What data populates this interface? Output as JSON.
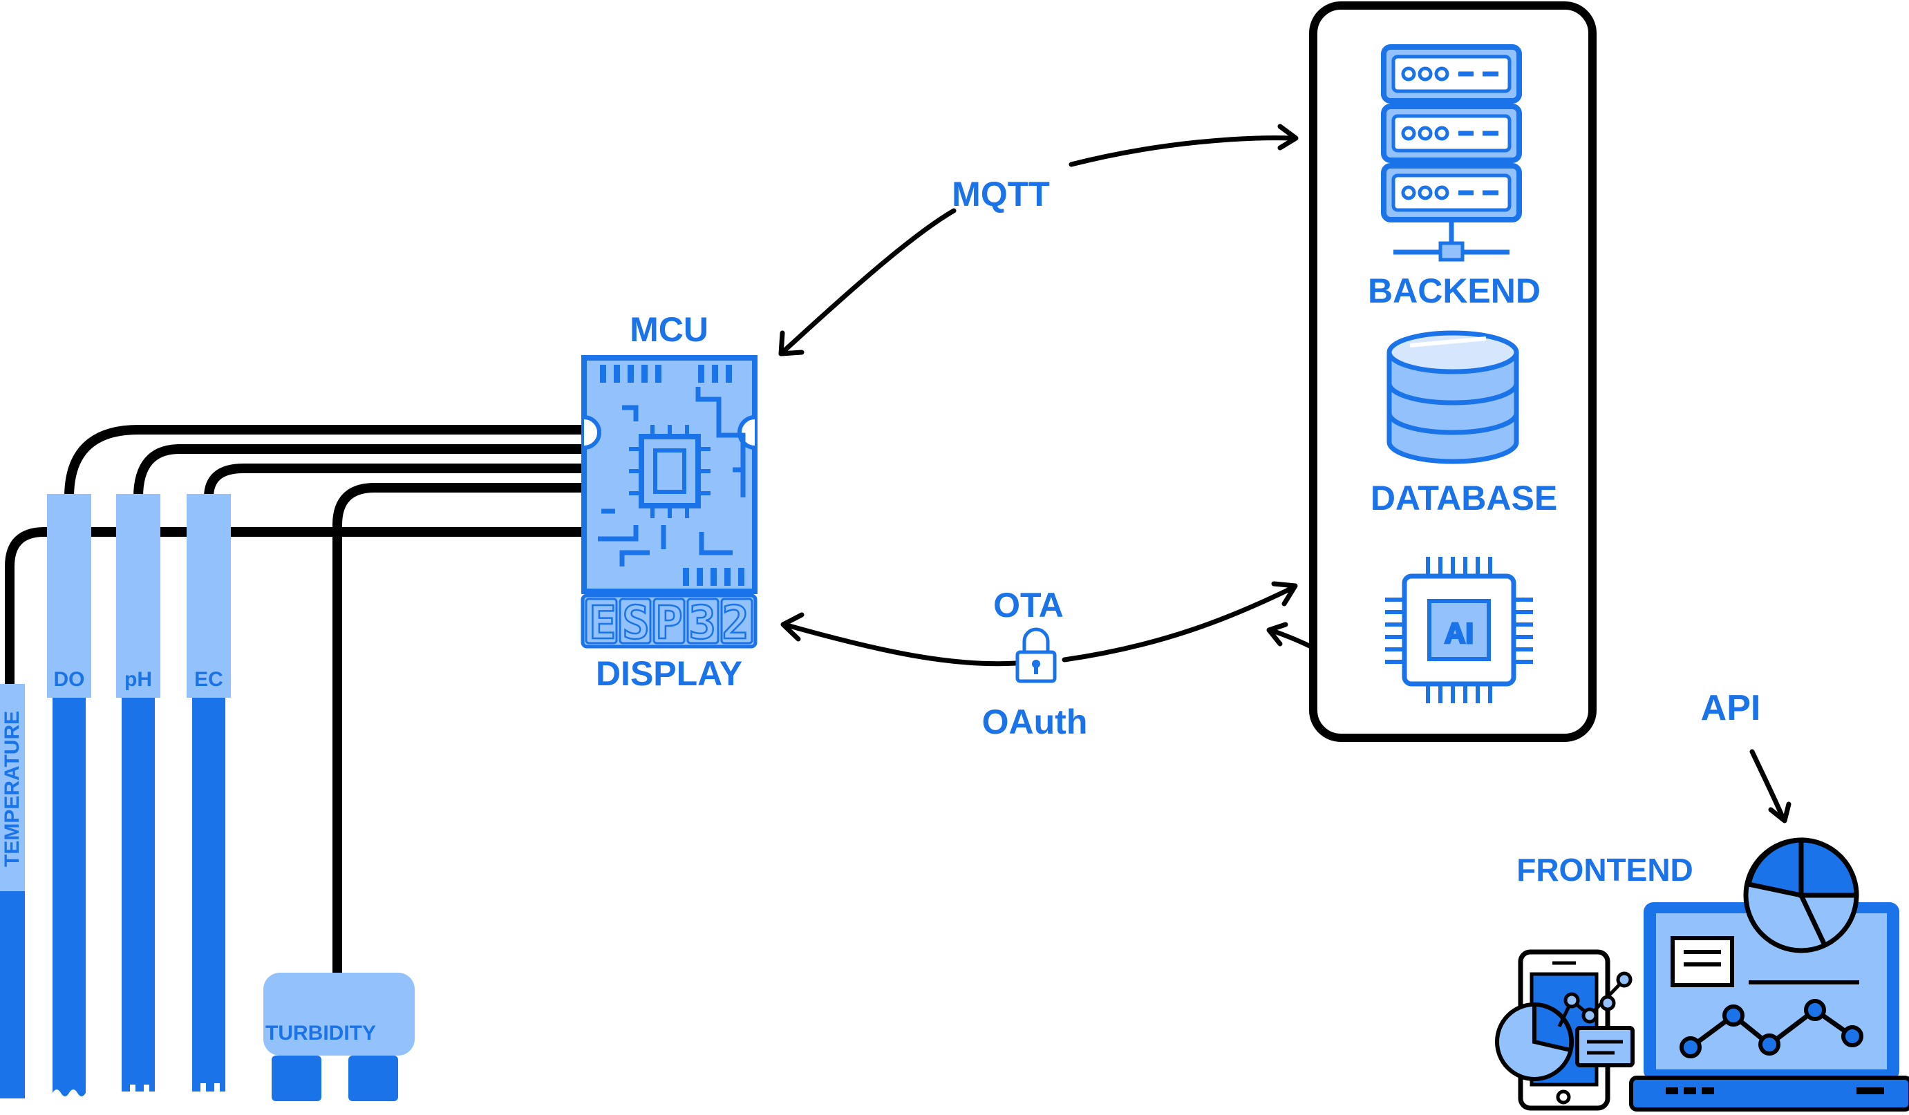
{
  "labels": {
    "mcu": "MCU",
    "display": "DISPLAY",
    "display_segments": "ESP32",
    "mqtt": "MQTT",
    "ota": "OTA",
    "oauth": "OAuth",
    "api": "API",
    "backend": "BACKEND",
    "database": "DATABASE",
    "ai_chip": "AI",
    "frontend": "FRONTEND"
  },
  "sensors": {
    "temperature": "TEMPERATURE",
    "do": "DO",
    "ph": "pH",
    "ec": "EC",
    "turbidity": "TURBIDITY"
  },
  "colors": {
    "accent": "#1a73e8",
    "light_fill": "#93c1fb",
    "wire": "#000000"
  },
  "icons": [
    "chip-icon",
    "seven-segment-display-icon",
    "server-icon",
    "database-icon",
    "ai-chip-icon",
    "lock-icon",
    "laptop-dashboard-icon",
    "pie-chart-icon",
    "smartphone-icon"
  ]
}
